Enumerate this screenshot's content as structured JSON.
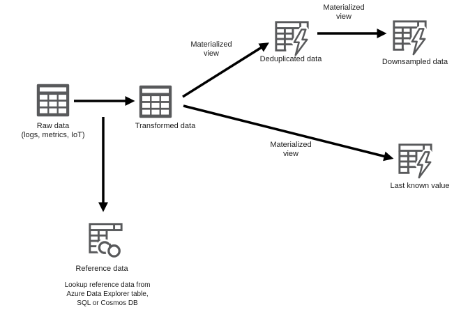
{
  "diagram": {
    "background": "#ffffff",
    "icon_color": "#58595b",
    "arrow_color": "#000000",
    "text_color": "#1c1c1c",
    "nodes": {
      "raw": {
        "label": "Raw data",
        "sublabel": "(logs, metrics, IoT)",
        "icon": "table-icon"
      },
      "transformed": {
        "label": "Transformed data",
        "icon": "table-icon"
      },
      "deduplicated": {
        "label": "Deduplicated data",
        "icon": "table-lightning-icon"
      },
      "downsampled": {
        "label": "Downsampled data",
        "icon": "table-lightning-icon"
      },
      "last_known": {
        "label": "Last known value",
        "icon": "table-lightning-icon"
      },
      "reference": {
        "label": "Reference data",
        "icon": "table-link-icon"
      }
    },
    "edge_labels": {
      "to_deduplicated": {
        "line1": "Materialized",
        "line2": "view"
      },
      "to_downsampled": {
        "line1": "Materialized",
        "line2": "view"
      },
      "to_last_known": {
        "line1": "Materialized",
        "line2": "view"
      }
    },
    "note": {
      "lines": [
        "Lookup reference data from",
        "Azure Data Explorer table,",
        "SQL or Cosmos DB"
      ]
    }
  }
}
